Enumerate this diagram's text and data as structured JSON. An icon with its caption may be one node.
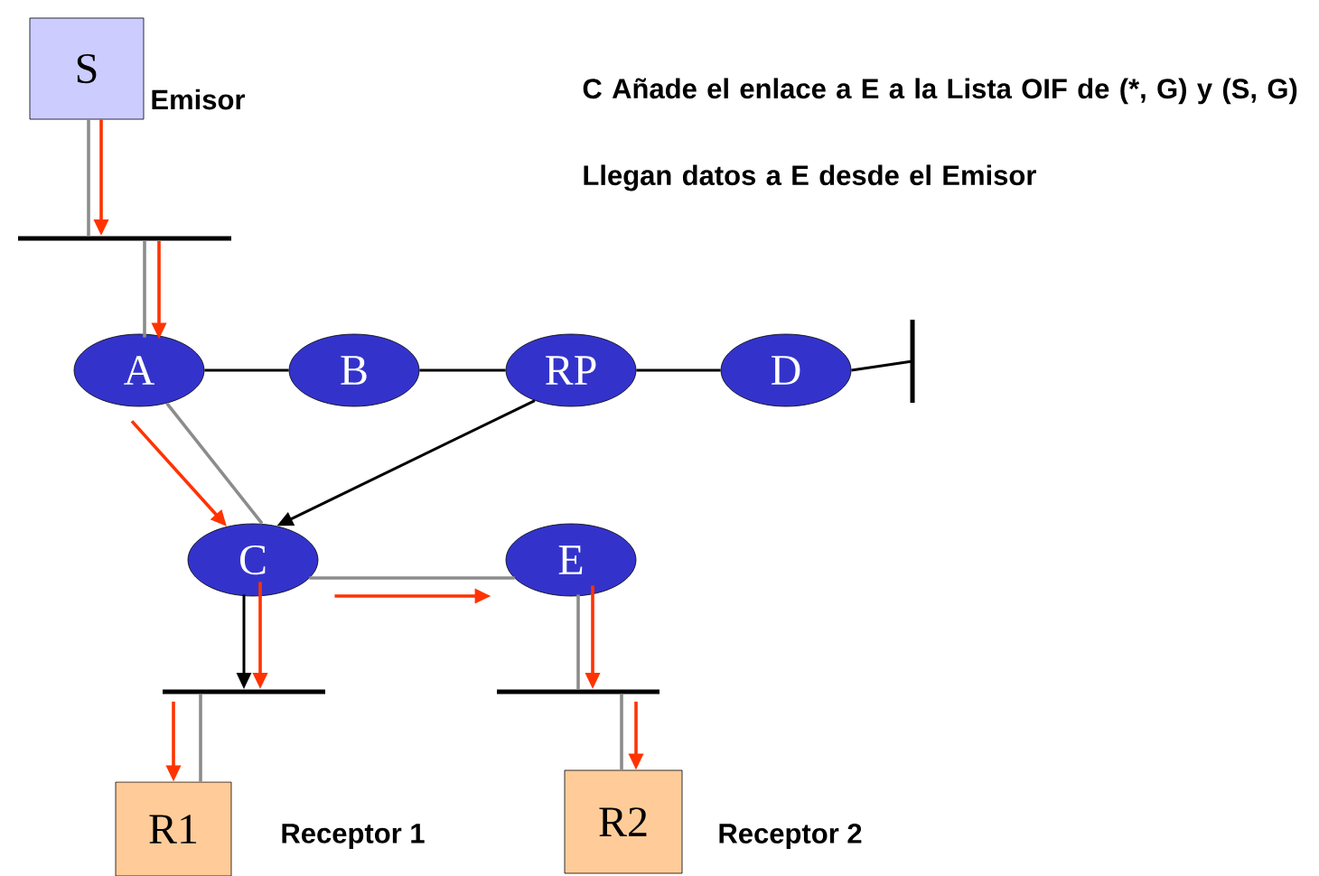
{
  "diagram": {
    "nodes": [
      {
        "text": [
          "S"
        ],
        "beside": [
          "Emisor"
        ]
      },
      {
        "text": [],
        "shape": "bar"
      },
      {
        "text": [
          "A"
        ]
      },
      {
        "text": [
          "B"
        ]
      },
      {
        "text": [
          "RP"
        ]
      },
      {
        "text": [
          "D"
        ]
      },
      {
        "text": [],
        "shape": "bar"
      },
      {
        "text": [
          "C"
        ]
      },
      {
        "text": [
          "E"
        ]
      },
      {
        "text": [],
        "shape": "bar"
      },
      {
        "text": [],
        "shape": "bar"
      },
      {
        "text": [
          "R1"
        ],
        "beside": [
          "Receptor 1"
        ]
      },
      {
        "text": [
          "R2"
        ],
        "beside": [
          "Receptor 2"
        ]
      }
    ],
    "edges": [
      {
        "from": 0,
        "to": 1,
        "arrow": "none",
        "color": "#8c8c8c"
      },
      {
        "from": 0,
        "to": 1,
        "arrow": "to"
      },
      {
        "from": 1,
        "to": 2,
        "arrow": "none",
        "color": "#8c8c8c"
      },
      {
        "from": 1,
        "to": 2,
        "arrow": "to"
      },
      {
        "from": 2,
        "to": 3,
        "arrow": "none",
        "color": "#000000"
      },
      {
        "from": 3,
        "to": 4,
        "arrow": "none",
        "color": "#000000"
      },
      {
        "from": 4,
        "to": 5,
        "arrow": "none",
        "color": "#000000"
      },
      {
        "from": 5,
        "to": 6,
        "arrow": "none",
        "color": "#000000"
      },
      {
        "from": 2,
        "to": 7,
        "arrow": "none",
        "color": "#8c8c8c"
      },
      {
        "from": 2,
        "to": 7,
        "arrow": "to"
      },
      {
        "from": 4,
        "to": 7,
        "arrow": "to",
        "color": "#000000"
      },
      {
        "from": 7,
        "to": 8,
        "arrow": "none",
        "color": "#8c8c8c"
      },
      {
        "from": 7,
        "to": 8,
        "arrow": "to"
      },
      {
        "from": 7,
        "to": 9,
        "arrow": "to",
        "color": "#000000"
      },
      {
        "from": 7,
        "to": 9,
        "arrow": "to"
      },
      {
        "from": 8,
        "to": 10,
        "arrow": "none",
        "color": "#8c8c8c"
      },
      {
        "from": 8,
        "to": 10,
        "arrow": "to"
      },
      {
        "from": 9,
        "to": 11,
        "arrow": "none",
        "color": "#8c8c8c"
      },
      {
        "from": 9,
        "to": 11,
        "arrow": "to"
      },
      {
        "from": 10,
        "to": 12,
        "arrow": "none",
        "color": "#8c8c8c"
      },
      {
        "from": 10,
        "to": 12,
        "arrow": "to"
      }
    ],
    "labels": [
      "C Añade el enlace a E a la Lista OIF de (*, G) y (S, G)",
      "Llegan datos a E desde el Emisor"
    ]
  }
}
